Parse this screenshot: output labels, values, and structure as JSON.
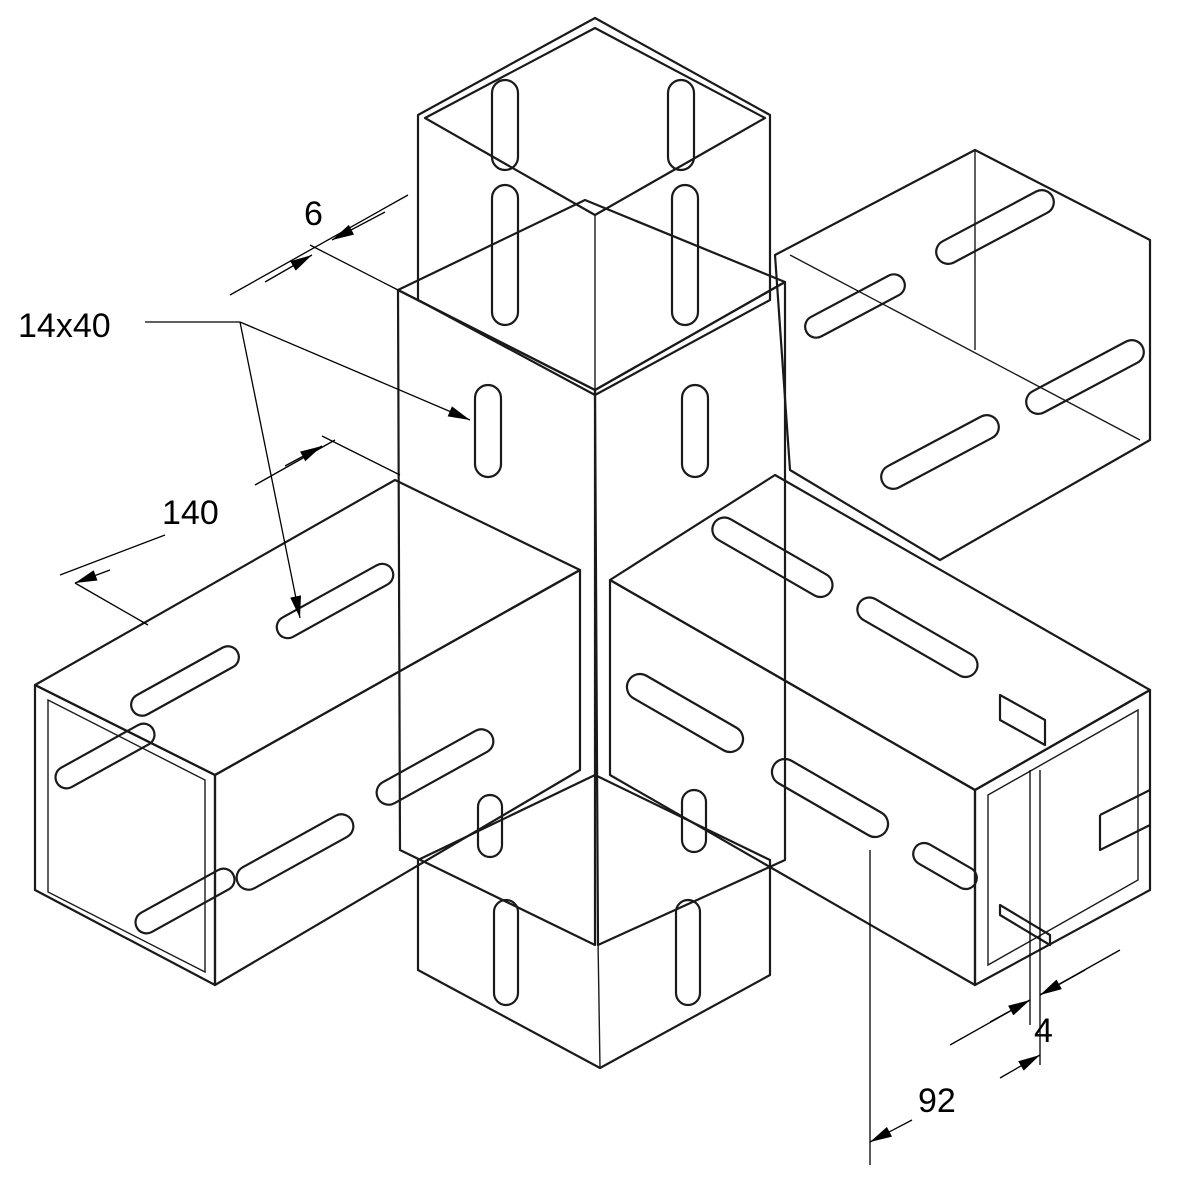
{
  "diagram": {
    "dimensions": {
      "d6": "6",
      "d14x40": "14x40",
      "d140": "140",
      "d92": "92",
      "d4": "4"
    },
    "colors": {
      "tube_fill": "#e6e6e6",
      "tube_face": "#d2d2d2",
      "node_plate": "#8c8c8c",
      "node_plate_dark": "#6a6a6a",
      "slot_fill": "#ffffff",
      "outline": "#1a1a1a"
    }
  }
}
